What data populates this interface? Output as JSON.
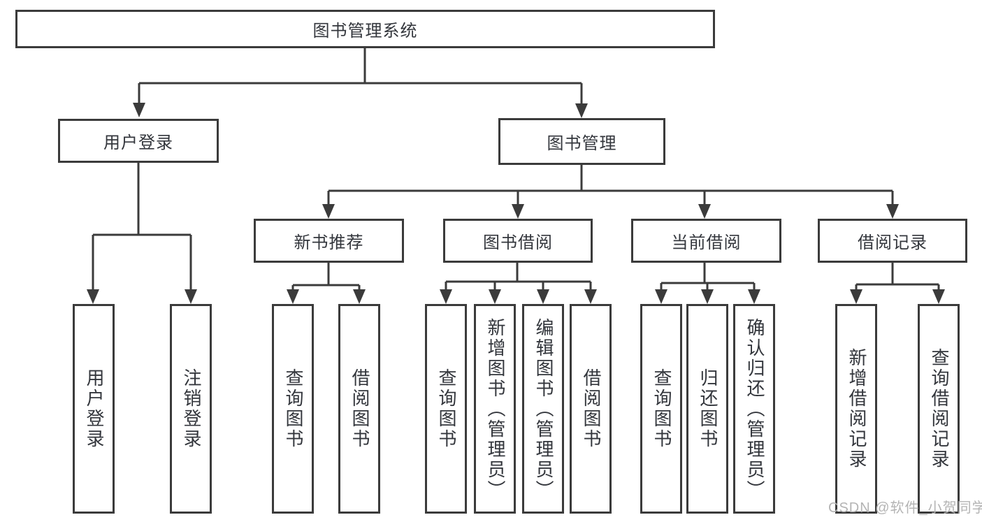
{
  "style": {
    "background": "#ffffff",
    "line_color": "#3b3b3b",
    "box_border_color": "#3b3b3b",
    "text_color": "#33363c",
    "watermark_color": "#b4b4b4"
  },
  "tree": {
    "root": "图书管理系统",
    "branches": [
      {
        "label": "用户登录",
        "children": [
          "用户登录",
          "注销登录"
        ]
      },
      {
        "label": "图书管理",
        "groups": [
          {
            "label": "新书推荐",
            "children": [
              "查询图书",
              "借阅图书"
            ]
          },
          {
            "label": "图书借阅",
            "children": [
              "查询图书",
              "新增图书（管理员）",
              "编辑图书（管理员）",
              "借阅图书"
            ]
          },
          {
            "label": "当前借阅",
            "children": [
              "查询图书",
              "归还图书",
              "确认归还（管理员）"
            ]
          },
          {
            "label": "借阅记录",
            "children": [
              "新增借阅记录",
              "查询借阅记录"
            ]
          }
        ]
      }
    ]
  },
  "watermark": "CSDN @软件_小贺同学"
}
